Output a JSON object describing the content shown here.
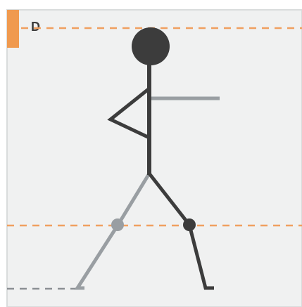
{
  "panel": {
    "label": "D"
  },
  "colors": {
    "background": "#f0f1f1",
    "border": "#d9dcdc",
    "accent": "#f09a4f",
    "guide_dash": "#f0a060",
    "figure_dark": "#3c3c3c",
    "figure_light": "#999ea2",
    "ground_dash": "#8b9094"
  },
  "figure": {
    "description_kind": "stick-figure-walking",
    "near_limbs_color": "figure_dark",
    "far_limbs_color": "figure_light"
  }
}
